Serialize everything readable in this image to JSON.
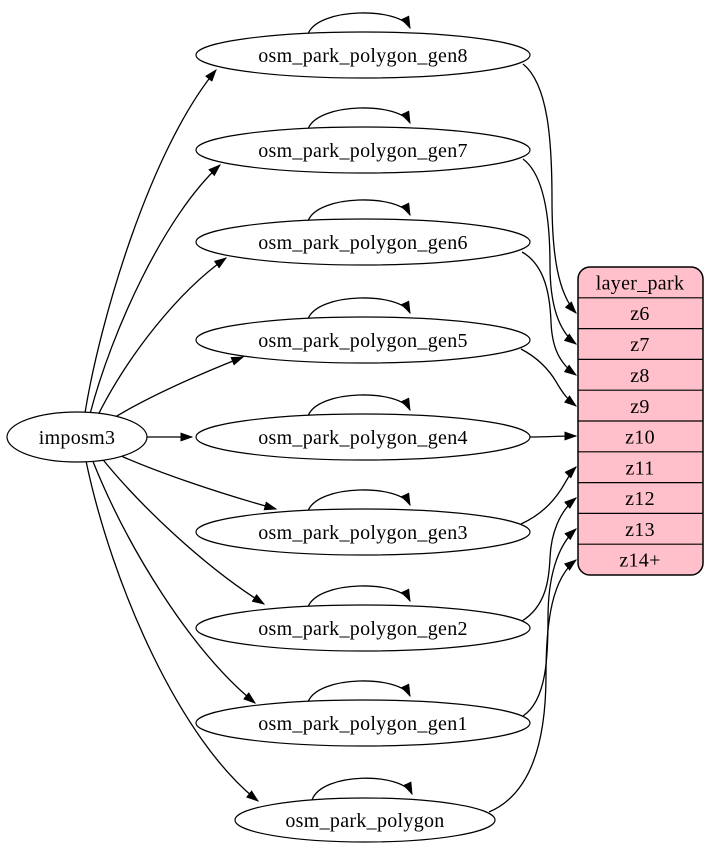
{
  "diagram": {
    "type": "etl-graph",
    "colors": {
      "background": "#ffffff",
      "node_fill": "#ffffff",
      "edge": "#000000",
      "layer_fill": "#ffc0cb"
    },
    "source": {
      "label": "imposm3"
    },
    "tables": [
      {
        "label": "osm_park_polygon_gen8",
        "feeds_row": "z6"
      },
      {
        "label": "osm_park_polygon_gen7",
        "feeds_row": "z7"
      },
      {
        "label": "osm_park_polygon_gen6",
        "feeds_row": "z8"
      },
      {
        "label": "osm_park_polygon_gen5",
        "feeds_row": "z9"
      },
      {
        "label": "osm_park_polygon_gen4",
        "feeds_row": "z10"
      },
      {
        "label": "osm_park_polygon_gen3",
        "feeds_row": "z11"
      },
      {
        "label": "osm_park_polygon_gen2",
        "feeds_row": "z12"
      },
      {
        "label": "osm_park_polygon_gen1",
        "feeds_row": "z13"
      },
      {
        "label": "osm_park_polygon",
        "feeds_row": "z14+"
      }
    ],
    "layer": {
      "title": "layer_park",
      "rows": [
        "z6",
        "z7",
        "z8",
        "z9",
        "z10",
        "z11",
        "z12",
        "z13",
        "z14+"
      ]
    },
    "edges": {
      "from_source_to": [
        "osm_park_polygon_gen8",
        "osm_park_polygon_gen7",
        "osm_park_polygon_gen6",
        "osm_park_polygon_gen5",
        "osm_park_polygon_gen4",
        "osm_park_polygon_gen3",
        "osm_park_polygon_gen2",
        "osm_park_polygon_gen1",
        "osm_park_polygon"
      ],
      "self_loop_on": [
        "osm_park_polygon_gen8",
        "osm_park_polygon_gen7",
        "osm_park_polygon_gen6",
        "osm_park_polygon_gen5",
        "osm_park_polygon_gen4",
        "osm_park_polygon_gen3",
        "osm_park_polygon_gen2",
        "osm_park_polygon_gen1",
        "osm_park_polygon"
      ],
      "table_to_layer_row": [
        {
          "from": "osm_park_polygon_gen8",
          "to": "z6"
        },
        {
          "from": "osm_park_polygon_gen7",
          "to": "z7"
        },
        {
          "from": "osm_park_polygon_gen6",
          "to": "z8"
        },
        {
          "from": "osm_park_polygon_gen5",
          "to": "z9"
        },
        {
          "from": "osm_park_polygon_gen4",
          "to": "z10"
        },
        {
          "from": "osm_park_polygon_gen3",
          "to": "z11"
        },
        {
          "from": "osm_park_polygon_gen2",
          "to": "z12"
        },
        {
          "from": "osm_park_polygon_gen1",
          "to": "z13"
        },
        {
          "from": "osm_park_polygon",
          "to": "z14+"
        }
      ]
    }
  }
}
